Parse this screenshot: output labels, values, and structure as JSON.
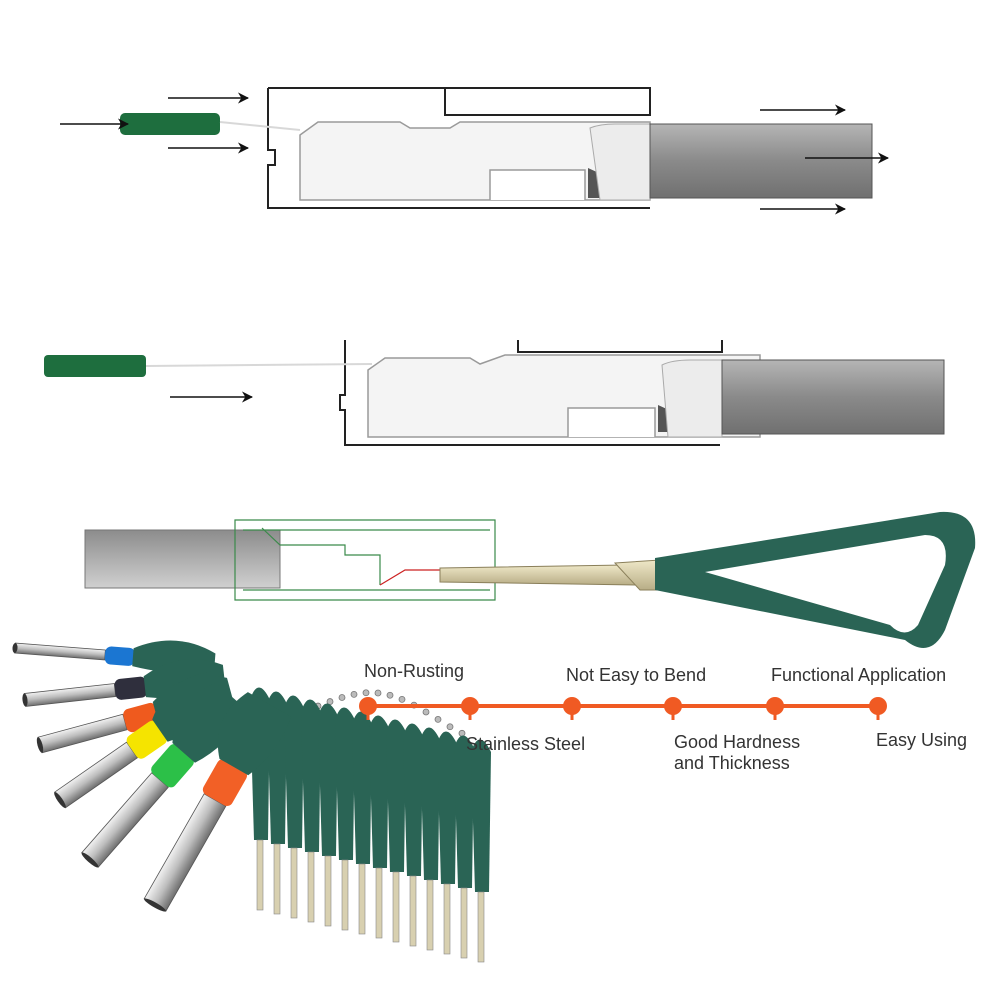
{
  "colors": {
    "accent": "#f05a23",
    "handle_green": "#2a6455",
    "pin_green": "#1e6e3e",
    "wire_gray": "#9a9a9a",
    "steel": "#d8d0b0"
  },
  "features": {
    "upper": [
      "Non-Rusting",
      "Not Easy to Bend",
      "Functional Application"
    ],
    "lower": [
      "Stainless Steel",
      "Good Hardness\nand Thickness",
      "Easy Using"
    ]
  },
  "kit_collar_colors": [
    "#1b76d2",
    "#2f2f3d",
    "#ef5a1e",
    "#f5e400",
    "#2cc048",
    "#f26026"
  ]
}
